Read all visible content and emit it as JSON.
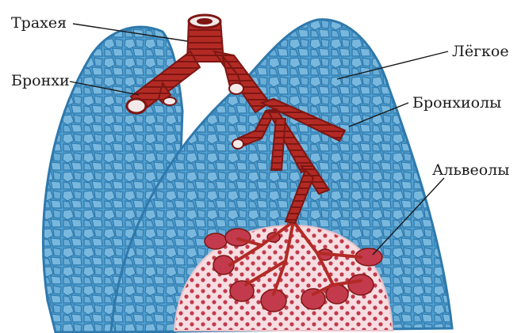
{
  "labels": {
    "trachea": "Трахея",
    "bronchi": "Бронхи",
    "lung": "Лёгкое",
    "bronchioles": "Бронхиолы",
    "alveoli": "Альвеолы"
  },
  "colors": {
    "lung_fill": "#4f9fcf",
    "lung_dark": "#2f79ad",
    "lung_cell": "#8cc7e6",
    "airway": "#b32a25",
    "airway_dark": "#7d1612",
    "alveolus_bg": "#f6dde1",
    "alveolus_dot": "#c23a4c"
  }
}
